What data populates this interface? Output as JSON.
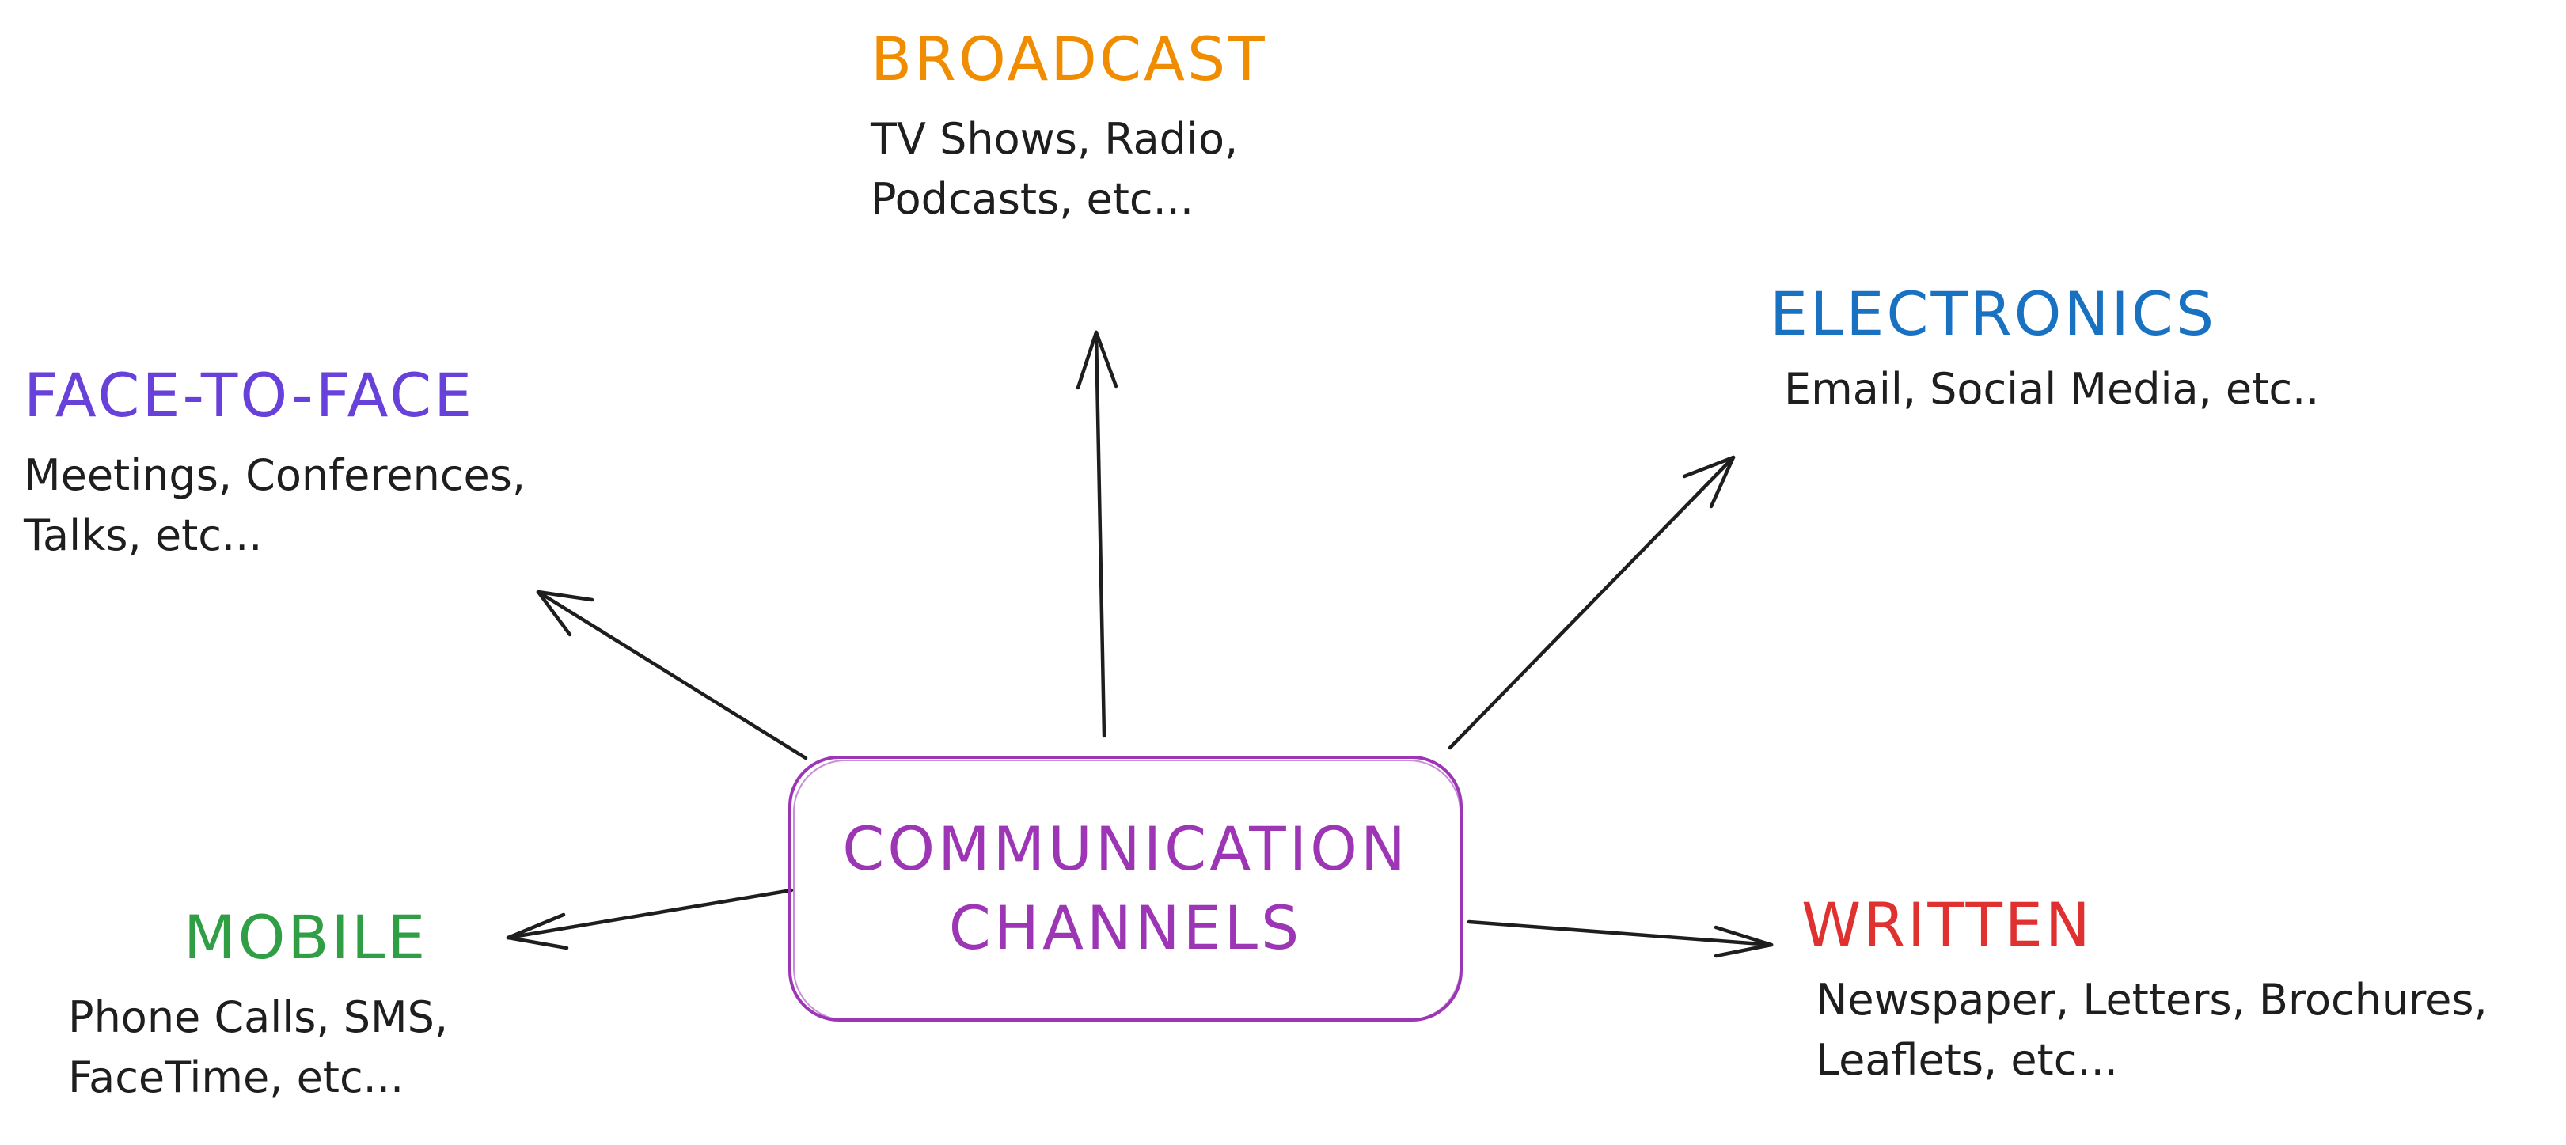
{
  "center": {
    "line1": "COMMUNICATION",
    "line2": "CHANNELS",
    "color": "#9c36b5"
  },
  "nodes": {
    "broadcast": {
      "title": "BROADCAST",
      "color": "#f08c00",
      "desc_line1": "TV Shows, Radio,",
      "desc_line2": "Podcasts, etc..."
    },
    "electronics": {
      "title": "ELECTRONICS",
      "color": "#1971c2",
      "desc_line1": "Email, Social Media, etc.."
    },
    "face_to_face": {
      "title": "FACE-TO-FACE",
      "color": "#6741d9",
      "desc_line1": "Meetings, Conferences,",
      "desc_line2": "Talks, etc..."
    },
    "mobile": {
      "title": "MOBILE",
      "color": "#2f9e44",
      "desc_line1": "Phone Calls, SMS,",
      "desc_line2": "FaceTime, etc..."
    },
    "written": {
      "title": "WRITTEN",
      "color": "#e03131",
      "desc_line1": "Newspaper, Letters, Brochures,",
      "desc_line2": "Leaflets, etc..."
    }
  }
}
